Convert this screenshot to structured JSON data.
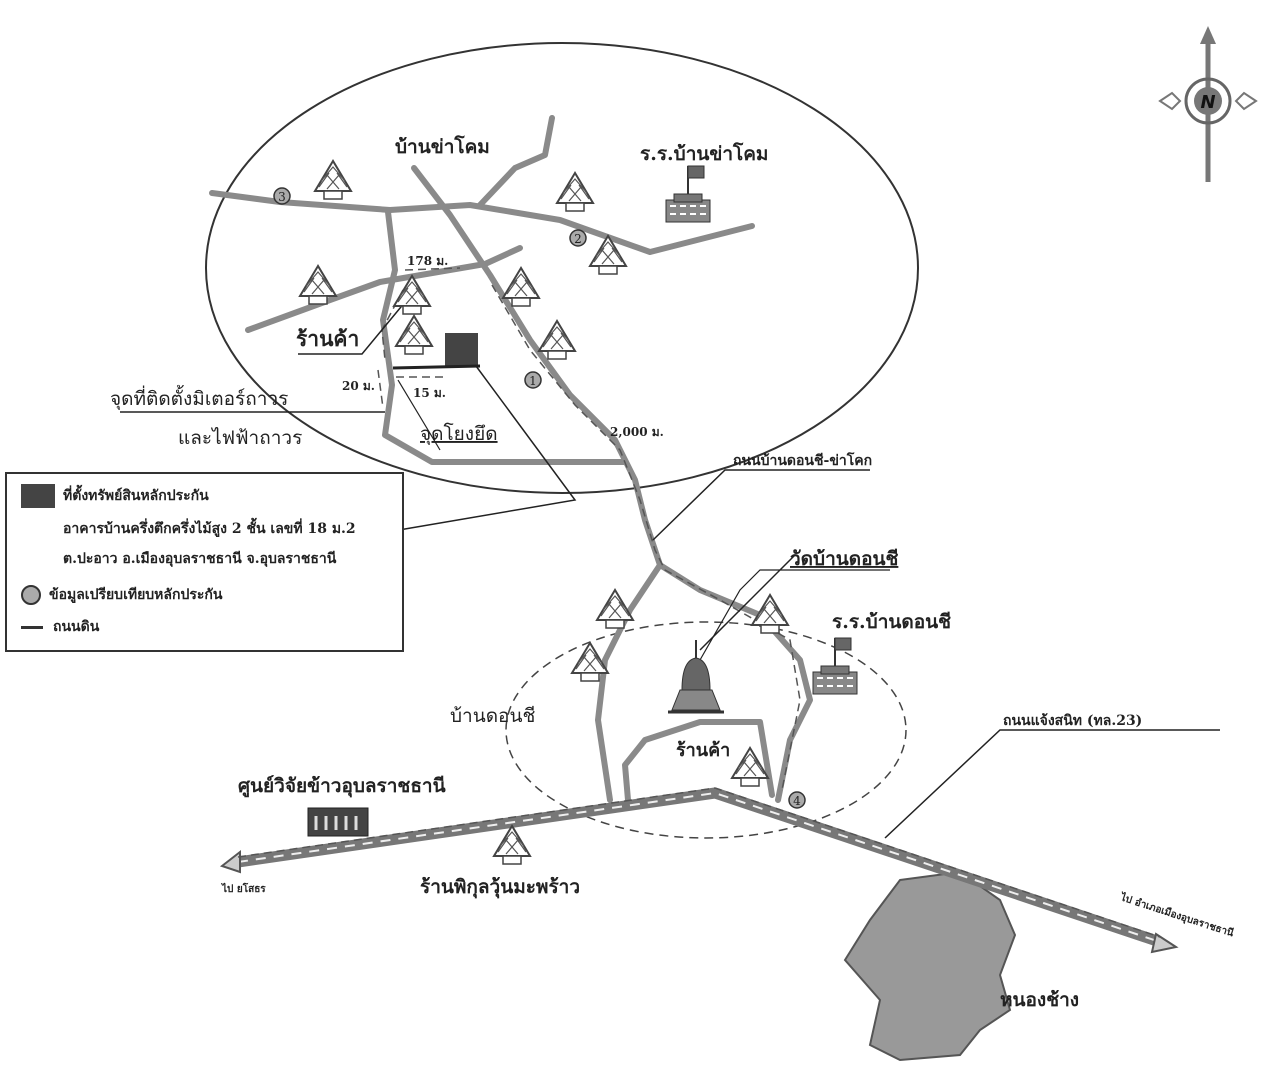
{
  "compass": {
    "letter": "N"
  },
  "villages": {
    "top": "บ้านข่าโคม",
    "bottom": "บ้านดอนชี"
  },
  "landmarks": {
    "school_top": "ร.ร.บ้านข่าโคม",
    "school_bottom": "ร.ร.บ้านดอนชี",
    "temple": "วัดบ้านดอนชี",
    "shop_top": "ร้านค้า",
    "shop_bottom": "ร้านค้า",
    "rice_center": "ศูนย์วิจัยข้าวอุบลราชธานี",
    "coconut_shop": "ร้านพิกุลวุ้นมะพร้าว",
    "pond": "หนองช้าง"
  },
  "annotations": {
    "meter_point_line1": "จุดที่ติดตั้งมิเตอร์ถาวร",
    "meter_point_line2": "และไฟฟ้าถาวร",
    "tie_point": "จุดโยงยึด",
    "dist_178": "178 ม.",
    "dist_20": "20 ม.",
    "dist_15": "15 ม.",
    "dist_2000": "2,000 ม."
  },
  "roads": {
    "local_road": "ถนนบ้านดอนชี-ข่าโคก",
    "highway": "ถนนแจ้งสนิท (ทล.23)",
    "to_west": "ไป ยโสธร",
    "to_east": "ไป อำเภอเมืองอุบลราชธานี"
  },
  "markers": [
    "1",
    "2",
    "3",
    "4"
  ],
  "legend": {
    "property_title": "ที่ตั้งทรัพย์สินหลักประกัน",
    "property_line2": "อาคารบ้านครึ่งตึกครึ่งไม้สูง 2 ชั้น เลขที่ 18 ม.2",
    "property_line3": "ต.ปะอาว  อ.เมืองอุบลราชธานี จ.อุบลราชธานี",
    "comparable": "ข้อมูลเปรียบเทียบหลักประกัน",
    "dirt_road": "ถนนดิน"
  }
}
